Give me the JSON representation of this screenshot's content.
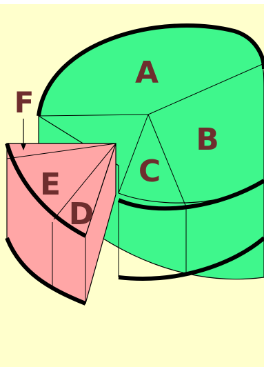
{
  "diagram": {
    "labels": {
      "a": "A",
      "b": "B",
      "c": "C",
      "d": "D",
      "e": "E",
      "f": "F"
    },
    "colors": {
      "background": "#FFFFCC",
      "cake": "#3FF78C",
      "slice": "#FFA6A6",
      "outline": "#000000",
      "label": "#6E2E2E"
    }
  }
}
